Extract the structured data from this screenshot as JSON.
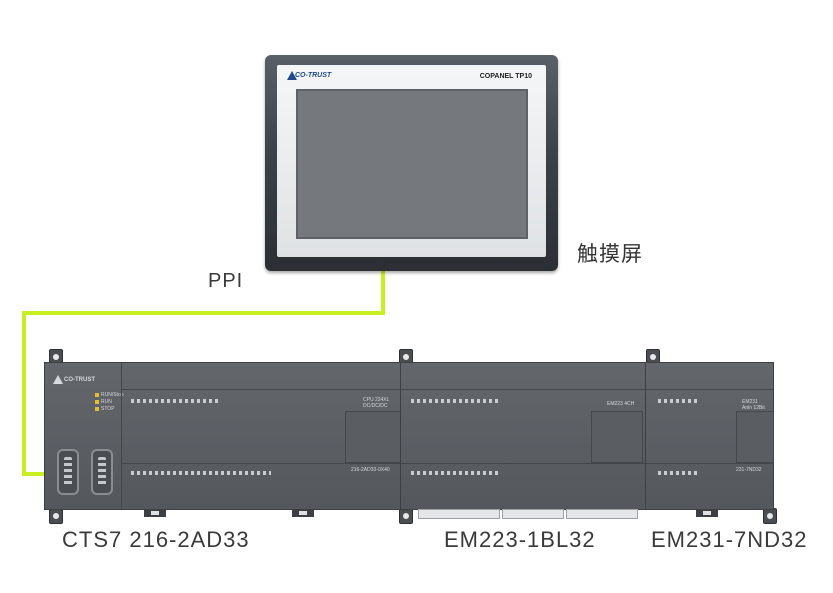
{
  "labels": {
    "ppi": "PPI",
    "hmi": "触摸屏",
    "cpu": "CTS7 216-2AD33",
    "em223": "EM223-1BL32",
    "em231": "EM231-7ND32"
  },
  "hmi": {
    "brand": "CO-TRUST",
    "model": "COPANEL TP10"
  },
  "cpu_module": {
    "brand": "CO-TRUST",
    "status_leds": [
      "RUN/Stop",
      "RUN",
      "STOP"
    ],
    "cpu_text": "CPU 224XL\nDC/DC/DC",
    "part_no": "216-2AD33-0X40"
  },
  "em223_module": {
    "text": "EM223 4CH"
  },
  "em231_module": {
    "text": "EM231\nAnln 12Bit",
    "part_no": "231-7ND32"
  },
  "colors": {
    "cable": "#c8f020",
    "module": "#5b5f64",
    "label": "#3a3a3a"
  }
}
